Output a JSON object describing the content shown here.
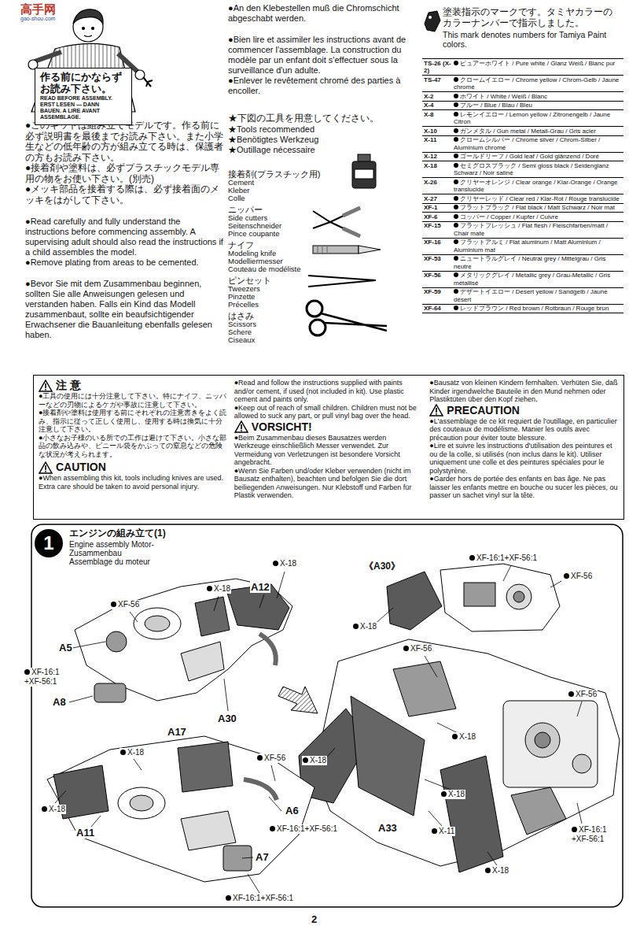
{
  "diagram": {
    "nodes": [
      {
        "text": [
          "作る前にかならずお読み下さい。",
          "READ BEFORE ASSEMBLY. ERST LESEN — DANN BAUEN. A LIRE AVANT ASSEMBLAGE."
        ]
      },
      {
        "text": [
          "注 意",
          "●工具の使用には十分注意して下さい。特にナイフ、ニッパーなどの刃物によるケガや事故に注意して下さい。",
          "●接着剤や塗料は使用する前にそれぞれの注意書きをよく読み、指示に従って正しく使用し、使用する時は換気に十分注意して下さい。",
          "●小さなお子様のいる所での工作は避けて下さい。小さな部品の飲み込みや、ビニール袋をかぶっての窒息などの危険な状況が考えられます。",
          "CAUTION",
          "●When assembling this kit, tools including knives are used. Extra care should be taken to avoid personal injury.",
          "●Read and follow the instructions supplied with paints and/or cement, if used (not included in kit). Use plastic cement and paints only.",
          "●Keep out of reach of small children. Children must not be allowed to suck any part, or pull vinyl bag over the head.",
          "VORSICHT!",
          "●Beim Zusammenbau dieses Bausatzes werden Werkzeuge einschließlich Messer verwendet. Zur Vermeidung von Verletzungen ist besondere Vorsicht angebracht.",
          "●Wenn Sie Farben und/oder Kleber verwenden (nicht im Bausatz enthalten), beachten und befolgen Sie die dort beiliegenden Anweisungen. Nur Klebstoff und Farben für Plastik verwenden.",
          "●Bausatz von kleinen Kindern fernhalten. Verhüten Sie, daß Kinder irgendwelche Bauteile in den Mund nehmen oder Plastiktüten über den Kopf ziehen.",
          "PRECAUTION",
          "●L'assemblage de ce kit requiert de l'outillage, en particulier des couteaux de modélisme. Manier les outils avec précaution pour éviter toute blessure.",
          "●Lire et suivre les instructions d'utilisation des peintures et ou de la colle, si utilisés (non inclus dans le kit). Utiliser uniquement une colle et des peintures spéciales pour le polystyrène.",
          "●Garder hors de portée des enfants en bas âge. Ne pas laisser les enfants mettre en bouche ou sucer les pièces, ou passer un sachet vinyl sur la tête."
        ]
      },
      {
        "text": [
          "1",
          "エンジンの組み立て(1)",
          "Engine assembly Motor-Zusammenbau Assemblage du moteur"
        ]
      }
    ],
    "labels": [
      "高手网",
      "gao-shou.com",
      "●このキットは組み立てモデルです。作る前に必ず説明書を最後までお読み下さい。また小学生などの低年齢の方が組み立てる時は、保護者の方もお読み下さい。",
      "●接着剤や塗料は、必ずプラスチックモデル専用の物をお使い下さい。(別売)",
      "●メッキ部品を接着する際は、必ず接着面のメッキをはがして下さい。",
      "●Read carefully and fully understand the instructions before commencing assembly. A supervising adult should also read the instructions if a child assembles the model.",
      "●Remove plating from areas to be cemented.",
      "●Bevor Sie mit dem Zusammenbau beginnen, sollten Sie alle Anweisungen gelesen und verstanden haben. Falls ein Kind das Modell zusammenbaut, sollte ein beaufsichtigender Erwachsener die Bauanleitung ebenfalls gelesen haben.",
      "●An den Klebestellen muß die Chromschicht abgeschabt werden.",
      "●Bien lire et assimiler les instructions avant de commencer l'assemblage. La construction du modèle par un enfant doit s'effectuer sous la surveillance d'un adulte.",
      "●Enlever le revêtement chromé des parties à encoller.",
      "★下図の工具を用意してください。",
      "★Tools recommended",
      "★Benötigtes Werkzeug",
      "★Outillage nécessaire",
      "接着剤(プラスチック用)",
      "Cement Kleber Colle",
      "ニッパー",
      "Side cutters Seitenschneider Pince coupante",
      "ナイフ",
      "Modeling knife Modelliermesser Couteau de modéliste",
      "ピンセット",
      "Tweezers Pinzette Précelles",
      "はさみ",
      "Scissors Schere Ciseaux",
      "塗装指示のマークです。タミヤカラーのカラーナンバーで指示しました。",
      "This mark denotes numbers for Tamiya Paint colors.",
      "TS-26 (X-2)",
      "ピュアーホワイト / Pure white / Glanz Weiß / Blanc pur",
      "TS-47",
      "クロームイエロー / Chrome yellow / Chrom-Gelb / Jaune chromé",
      "X-2",
      "ホワイト / White / Weiß / Blanc",
      "X-4",
      "ブルー / Blue / Blau / Bleu",
      "X-8",
      "レモンイエロー / Lemon yellow / Zitronengelb / Jaune Citron",
      "X-10",
      "ガンメタル / Gun metal / Metall-Grau / Gris acier",
      "X-11",
      "クロームシルバー / Chrome silver / Chrom-Silber / Aluminium chromé",
      "X-12",
      "ゴールドリーフ / Gold leaf / Gold glänzend / Doré",
      "X-18",
      "セミグロスブラック / Semi gloss black / Seidenglanz Schwarz / Noir satiné",
      "X-26",
      "クリヤーオレンジ / Clear orange / Klar-Orange / Orange translucide",
      "X-27",
      "クリヤーレッド / Clear red / Klar-Rot / Rouge translucide",
      "XF-1",
      "フラットブラック / Flat black / Matt Schwarz / Noir mat",
      "XF-6",
      "コッパー / Copper / Kupfer / Cuivre",
      "XF-15",
      "フラットフレッシュ / Flat flesh / Fleischfarben/matt / Chair mate",
      "XF-16",
      "フラットアルミ / Flat aluminum / Matt Aluminium / Aluminium mat",
      "XF-53",
      "ニュートラルグレイ / Neutral grey / Mittelgrau / Gris neutre",
      "XF-56",
      "メタリックグレイ / Metallic grey / Grau-Metallic / Gris métallisé",
      "XF-59",
      "デザートイエロー / Desert yellow / Sandgelb / Jaune désert",
      "XF-64",
      "レッドブラウン / Red brown / Rotbraun / Rouge brun",
      "X-18",
      "A12",
      "X-18",
      "XF-56",
      "A5",
      "XF-16:1 +XF-56:1",
      "A8",
      "A30",
      "《A30》",
      "XF-16:1+XF-56:1",
      "XF-56",
      "X-18",
      "XF-56",
      "XF-56",
      "X-18",
      "X-18",
      "A17",
      "X-18",
      "XF-56",
      "X-18",
      "A11",
      "A6",
      "XF-16:1+XF-56:1",
      "A33",
      "X-18",
      "X-11",
      "XF-16:1 +XF-56:1",
      "A7",
      "XF-16:1+XF-56:1",
      "X-18",
      "2"
    ]
  }
}
